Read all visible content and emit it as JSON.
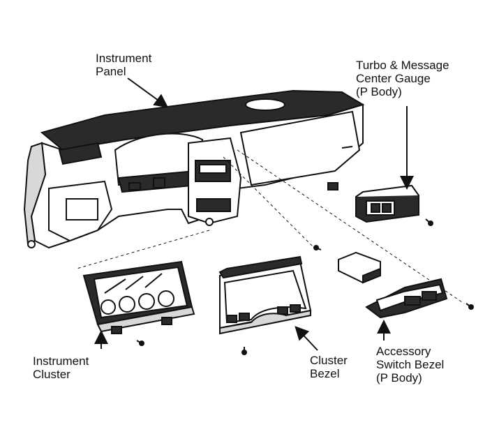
{
  "labels": {
    "instrument_panel": [
      "Instrument",
      "Panel"
    ],
    "turbo_gauge": [
      "Turbo & Message",
      "Center Gauge",
      "(P Body)"
    ],
    "instrument_cluster": [
      "Instrument",
      "Cluster"
    ],
    "cluster_bezel": [
      "Cluster",
      "Bezel"
    ],
    "accessory_bezel": [
      "Accessory",
      "Switch Bezel",
      "(P Body)"
    ]
  },
  "colors": {
    "ink": "#111111",
    "paper": "#ffffff",
    "shade": "#2a2a2a",
    "light": "#d8d8d8"
  }
}
